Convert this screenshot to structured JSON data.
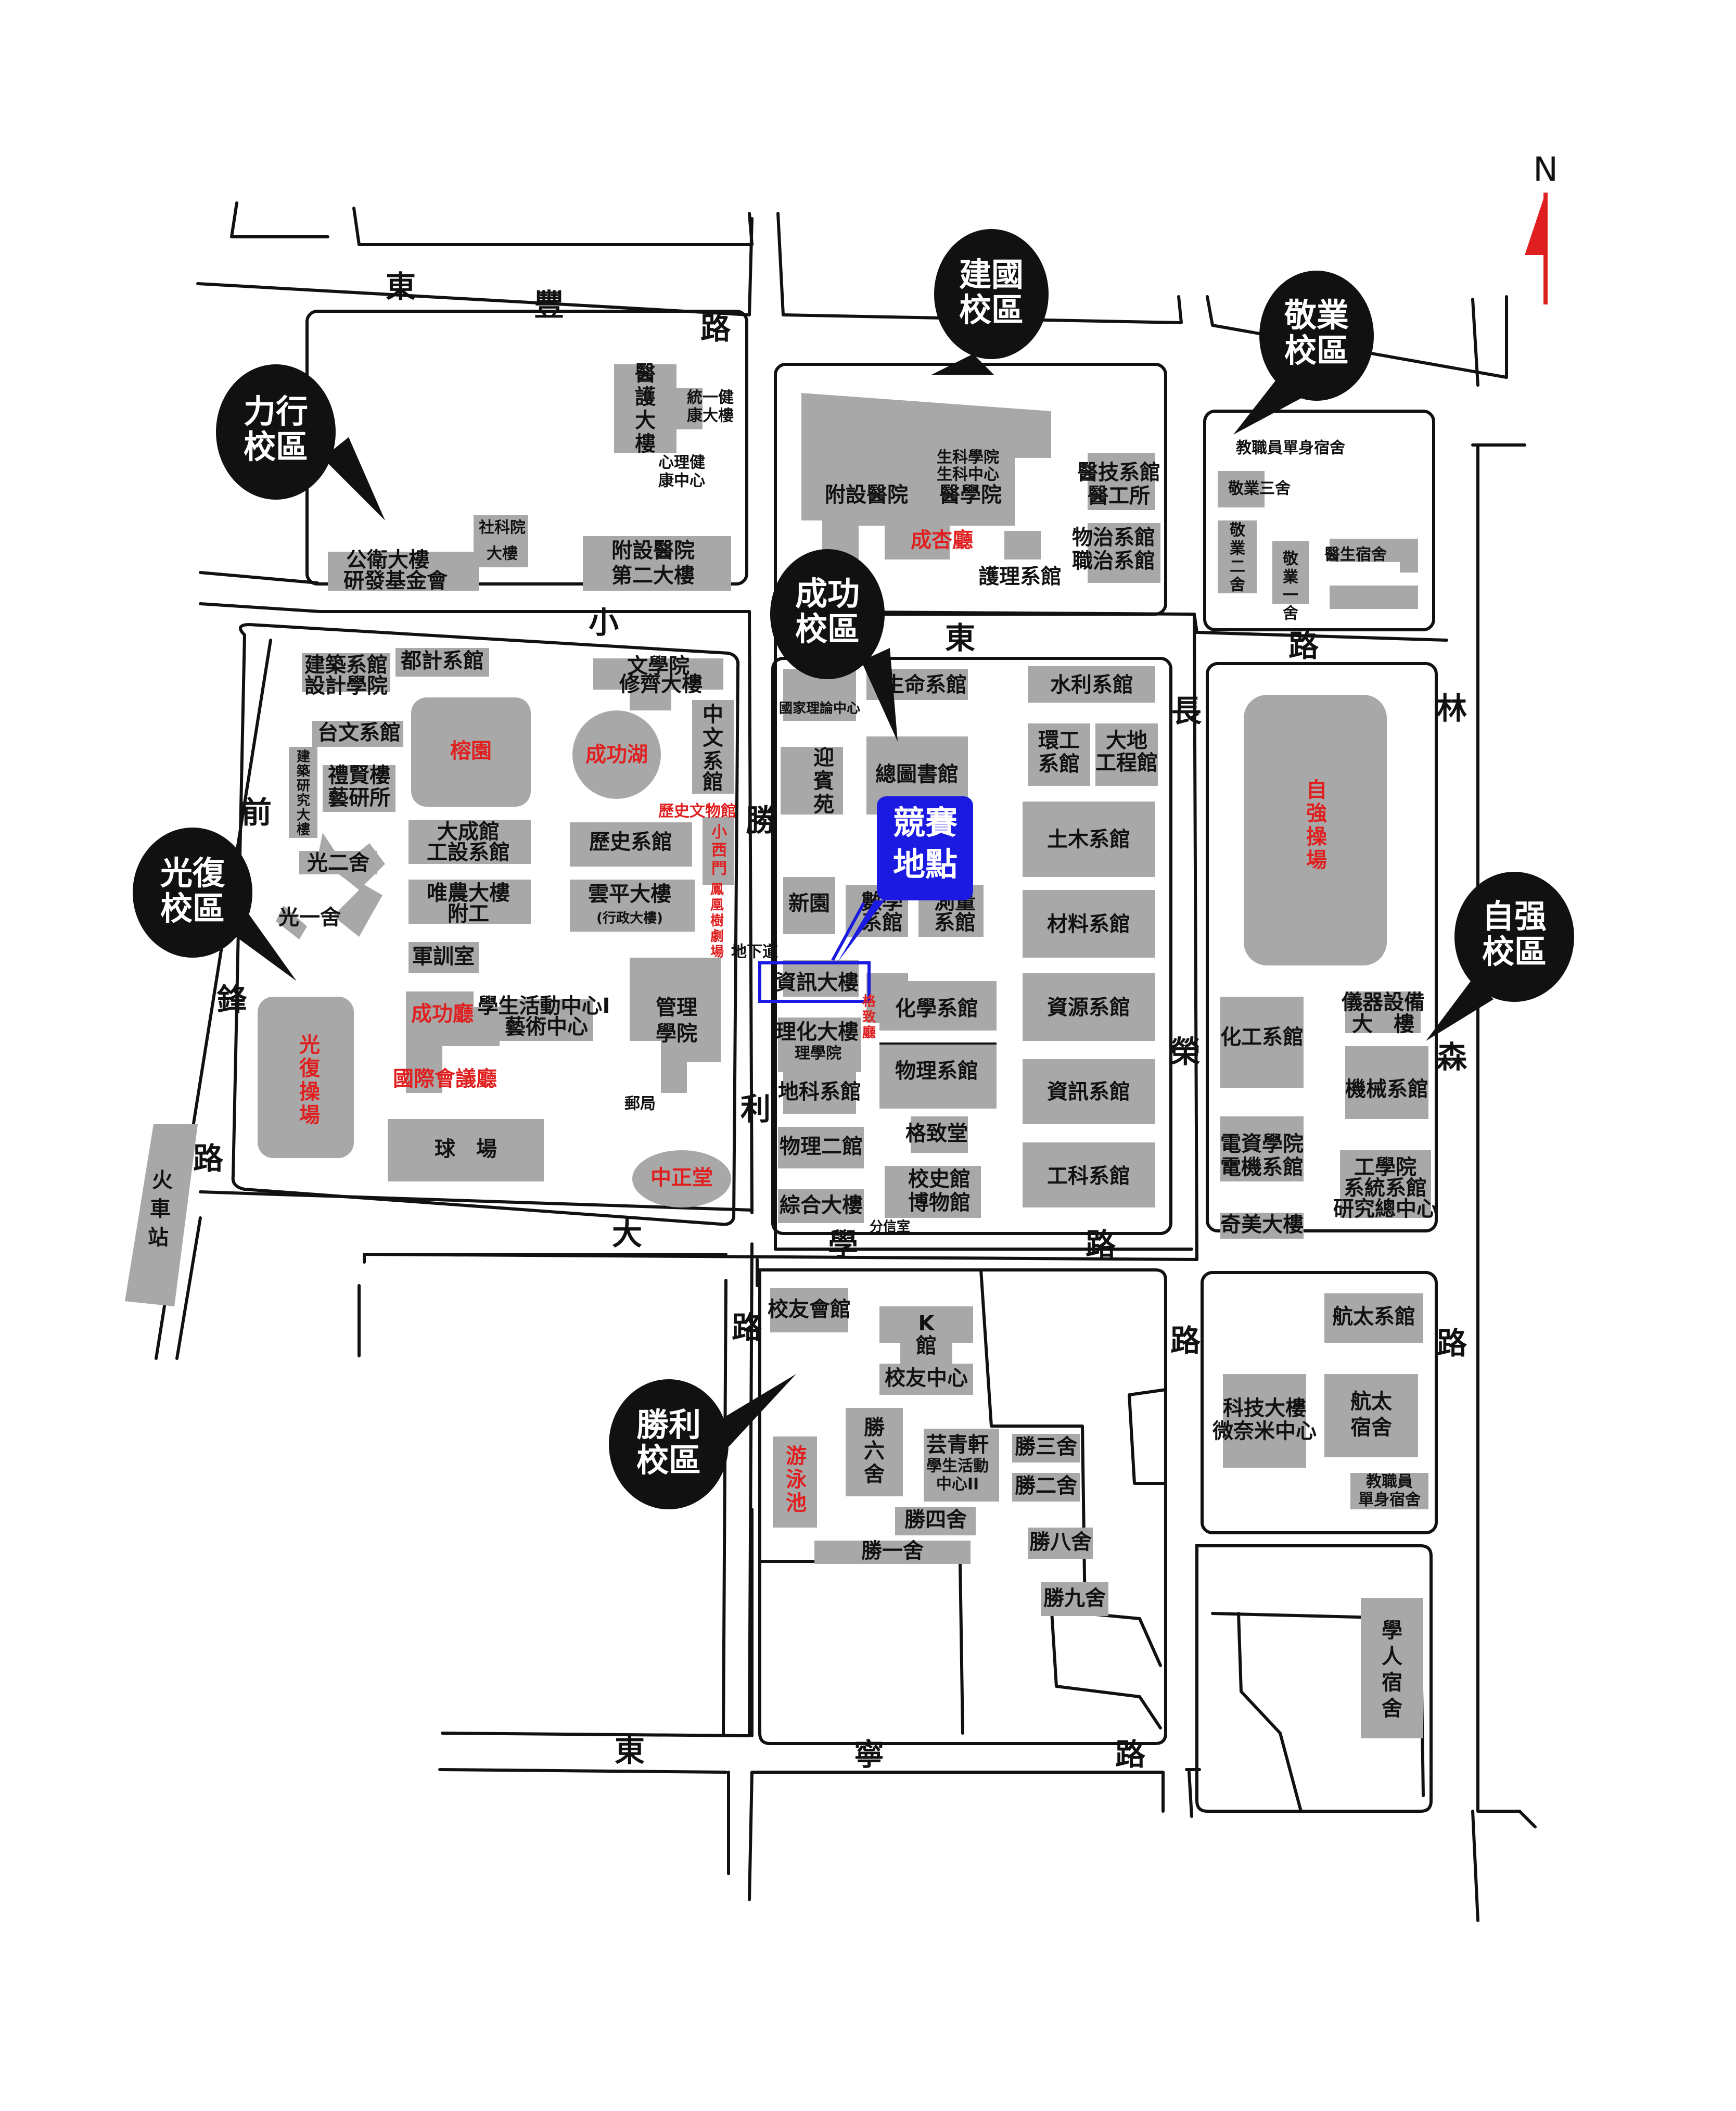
{
  "north": "N",
  "venue": {
    "line1": "競賽",
    "line2": "地點"
  },
  "campuses": {
    "jianguo": [
      "建國",
      "校區"
    ],
    "jingye": [
      "敬業",
      "校區"
    ],
    "lixing": [
      "力行",
      "校區"
    ],
    "chenggong": [
      "成功",
      "校區"
    ],
    "guangfu": [
      "光復",
      "校區"
    ],
    "ziqiang": [
      "自强",
      "校區"
    ],
    "shengli": [
      "勝利",
      "校區"
    ]
  },
  "roads": {
    "dongfeng": [
      "東",
      "豐",
      "路"
    ],
    "xiaodong": [
      "小",
      "東",
      "路"
    ],
    "changrong": [
      "長",
      "榮",
      "路"
    ],
    "linsen": [
      "林",
      "森",
      "路"
    ],
    "qianfeng": [
      "前",
      "鋒",
      "路"
    ],
    "shengli": [
      "勝",
      "利",
      "路"
    ],
    "daxue": [
      "大",
      "學",
      "路"
    ],
    "dongning": [
      "東",
      "寧",
      "路"
    ]
  },
  "lixing": {
    "yihu": [
      "醫",
      "護",
      "大",
      "樓"
    ],
    "tongyi": [
      "統一健",
      "康大樓"
    ],
    "xinli": [
      "心理健",
      "康中心"
    ],
    "sheke": [
      "社科院",
      "大樓"
    ],
    "gongwei": [
      "公衛大樓",
      "研發基金會"
    ],
    "fushe2": [
      "附設醫院",
      "第二大樓"
    ]
  },
  "jianguo": {
    "hospital": "附設醫院",
    "medicine": "醫學院",
    "lifesci": [
      "生科學院",
      "生科中心"
    ],
    "chengxing": "成杏廳",
    "medtech": [
      "醫技系館",
      "醫工所"
    ],
    "physio": [
      "物治系館",
      "職治系館"
    ],
    "nursing": "護理系館"
  },
  "jingye": {
    "staff": "教職員單身宿舍",
    "jy3": "敬業三舍",
    "jy2": [
      "敬",
      "業",
      "二",
      "舍"
    ],
    "jy1": [
      "敬",
      "業",
      "一",
      "舍"
    ],
    "doctor": "醫生宿舍"
  },
  "guangfu": {
    "arch": [
      "建築系館",
      "設計學院"
    ],
    "urban": "都計系館",
    "liberal": [
      "文學院",
      "修齊大樓"
    ],
    "taiwan": "台文系館",
    "banyan": "榕園",
    "lake": "成功湖",
    "chinese": [
      "中",
      "文",
      "系",
      "館"
    ],
    "archinst": [
      "建",
      "築",
      "研",
      "究",
      "大",
      "樓"
    ],
    "lixian": [
      "禮賢樓",
      "藝研所"
    ],
    "museum": "歷史文物館",
    "xiaoxi": [
      "小",
      "西",
      "門"
    ],
    "gz2": "光二舍",
    "dacheng": [
      "大成館",
      "工設系館"
    ],
    "history": "歷史系館",
    "weinong": [
      "唯農大樓",
      "附工"
    ],
    "yunping": "雲平大樓",
    "admin": "(行政大樓)",
    "phoenix": [
      "鳳",
      "凰",
      "樹",
      "劇",
      "場"
    ],
    "gz1": "光一舍",
    "military": "軍訓室",
    "cghall": "成功廳",
    "student1": [
      "學生活動中心I",
      "藝術中心"
    ],
    "management": [
      "管理",
      "學院"
    ],
    "intl": "國際會議廳",
    "field": [
      "光",
      "復",
      "操",
      "場"
    ],
    "post": "郵局",
    "court": "球　場",
    "zhongzheng": "中正堂"
  },
  "station": [
    "火",
    "車",
    "站"
  ],
  "chenggong": {
    "ntcs": "國家理論中心",
    "life": "生命系館",
    "water": "水利系館",
    "yingbin": [
      "迎",
      "賓",
      "苑"
    ],
    "library": "總圖書館",
    "env": [
      "環工",
      "系館"
    ],
    "earth": [
      "大地",
      "工程館"
    ],
    "civil": "土木系館",
    "xinyuan": "新園",
    "math": [
      "數學",
      "系館"
    ],
    "survey": [
      "測量",
      "系館"
    ],
    "materials": "材料系館",
    "tunnel": "地下道",
    "csie": "資訊大樓",
    "gezhi_side": [
      "格",
      "致",
      "廳"
    ],
    "chem": "化學系館",
    "resources": "資源系館",
    "science": "理化大樓",
    "sci_college": "理學院",
    "physics": "物理系館",
    "geo": "地科系館",
    "info": "資訊系館",
    "gezhitang": "格致堂",
    "phys2": "物理二館",
    "eng": "工科系館",
    "general": "綜合大樓",
    "history_mus": [
      "校史館",
      "博物館"
    ],
    "fenxin": "分信室"
  },
  "ziqiang": {
    "field": [
      "自",
      "強",
      "操",
      "場"
    ],
    "instrument": [
      "儀器設備",
      "大　樓"
    ],
    "chemeng": "化工系館",
    "mech": "機械系館",
    "ee": [
      "電資學院",
      "電機系館"
    ],
    "engcollege": [
      "工學院",
      "系統系館",
      "研究總中心"
    ],
    "chimei": "奇美大樓",
    "aero": "航太系館",
    "nano": [
      "科技大樓",
      "微奈米中心"
    ],
    "aerodorm": [
      "航太",
      "宿舍"
    ],
    "staffdorm": [
      "教職員",
      "單身宿舍"
    ],
    "scholar": [
      "學",
      "人",
      "宿",
      "舍"
    ]
  },
  "shengli": {
    "alumni": "校友會館",
    "k": [
      "K",
      "館"
    ],
    "alumnictr": "校友中心",
    "pool": [
      "游",
      "泳",
      "池"
    ],
    "s6": [
      "勝",
      "六",
      "舍"
    ],
    "student2": [
      "芸青軒",
      "學生活動",
      "中心II"
    ],
    "s3": "勝三舍",
    "s2": "勝二舍",
    "s4": "勝四舍",
    "s1": "勝一舍",
    "s8": "勝八舍",
    "s9": "勝九舍"
  },
  "colors": {
    "building": "#a8a8a8",
    "accent_red": "#e02020",
    "venue_blue": "#1a1ae0",
    "callout": "#111111"
  }
}
